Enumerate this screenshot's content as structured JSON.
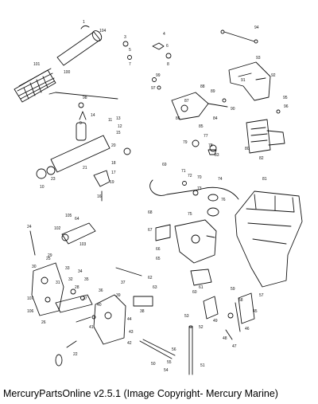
{
  "caption": "MercuryPartsOnline v2.5.1 (Image Copyright- Mercury Marine)",
  "ink_color": "#111111",
  "background_color": "#ffffff",
  "callouts": {
    "c1": "1",
    "c2": "104",
    "c3": "3",
    "c4": "5",
    "c5": "4",
    "c6": "6",
    "c7": "8",
    "c8": "7",
    "c9": "94",
    "c10": "93",
    "c11": "95",
    "c12": "96",
    "c13": "92",
    "c14": "91",
    "c15": "90",
    "c16": "89",
    "c17": "88",
    "c18": "87",
    "c19": "86",
    "c20": "85",
    "c21": "84",
    "c22": "83",
    "c23": "82",
    "c24": "81",
    "c25": "80",
    "c26": "79",
    "c27": "78",
    "c28": "77",
    "c29": "76",
    "c30": "75",
    "c31": "74",
    "c32": "73",
    "c33": "72",
    "c34": "71",
    "c35": "70",
    "c36": "69",
    "c37": "68",
    "c38": "67",
    "c39": "66",
    "c40": "65",
    "c41": "64",
    "c42": "63",
    "c43": "62",
    "c44": "61",
    "c45": "60",
    "c46": "59",
    "c47": "58",
    "c48": "57",
    "c49": "56",
    "c50": "55",
    "c51": "54",
    "c52": "53",
    "c53": "52",
    "c54": "51",
    "c55": "50",
    "c56": "49",
    "c57": "48",
    "c58": "47",
    "c59": "46",
    "c60": "45",
    "c61": "44",
    "c62": "43",
    "c63": "42",
    "c64": "41",
    "c65": "40",
    "c66": "39",
    "c67": "38",
    "c68": "37",
    "c69": "36",
    "c70": "35",
    "c71": "34",
    "c72": "33",
    "c73": "32",
    "c74": "31",
    "c75": "30",
    "c76": "29",
    "c77": "28",
    "c78": "27",
    "c79": "26",
    "c80": "25",
    "c81": "24",
    "c82": "23",
    "c83": "22",
    "c84": "21",
    "c85": "20",
    "c86": "19",
    "c87": "18",
    "c88": "17",
    "c89": "16",
    "c90": "15",
    "c91": "14",
    "c92": "13",
    "c93": "12",
    "c94": "11",
    "c95": "10",
    "c96": "9",
    "c97": "105",
    "c98": "103",
    "c99": "102",
    "c100": "101",
    "c101": "100",
    "c102": "99",
    "c103": "98",
    "c104": "97",
    "c105": "106",
    "c106": "107"
  }
}
